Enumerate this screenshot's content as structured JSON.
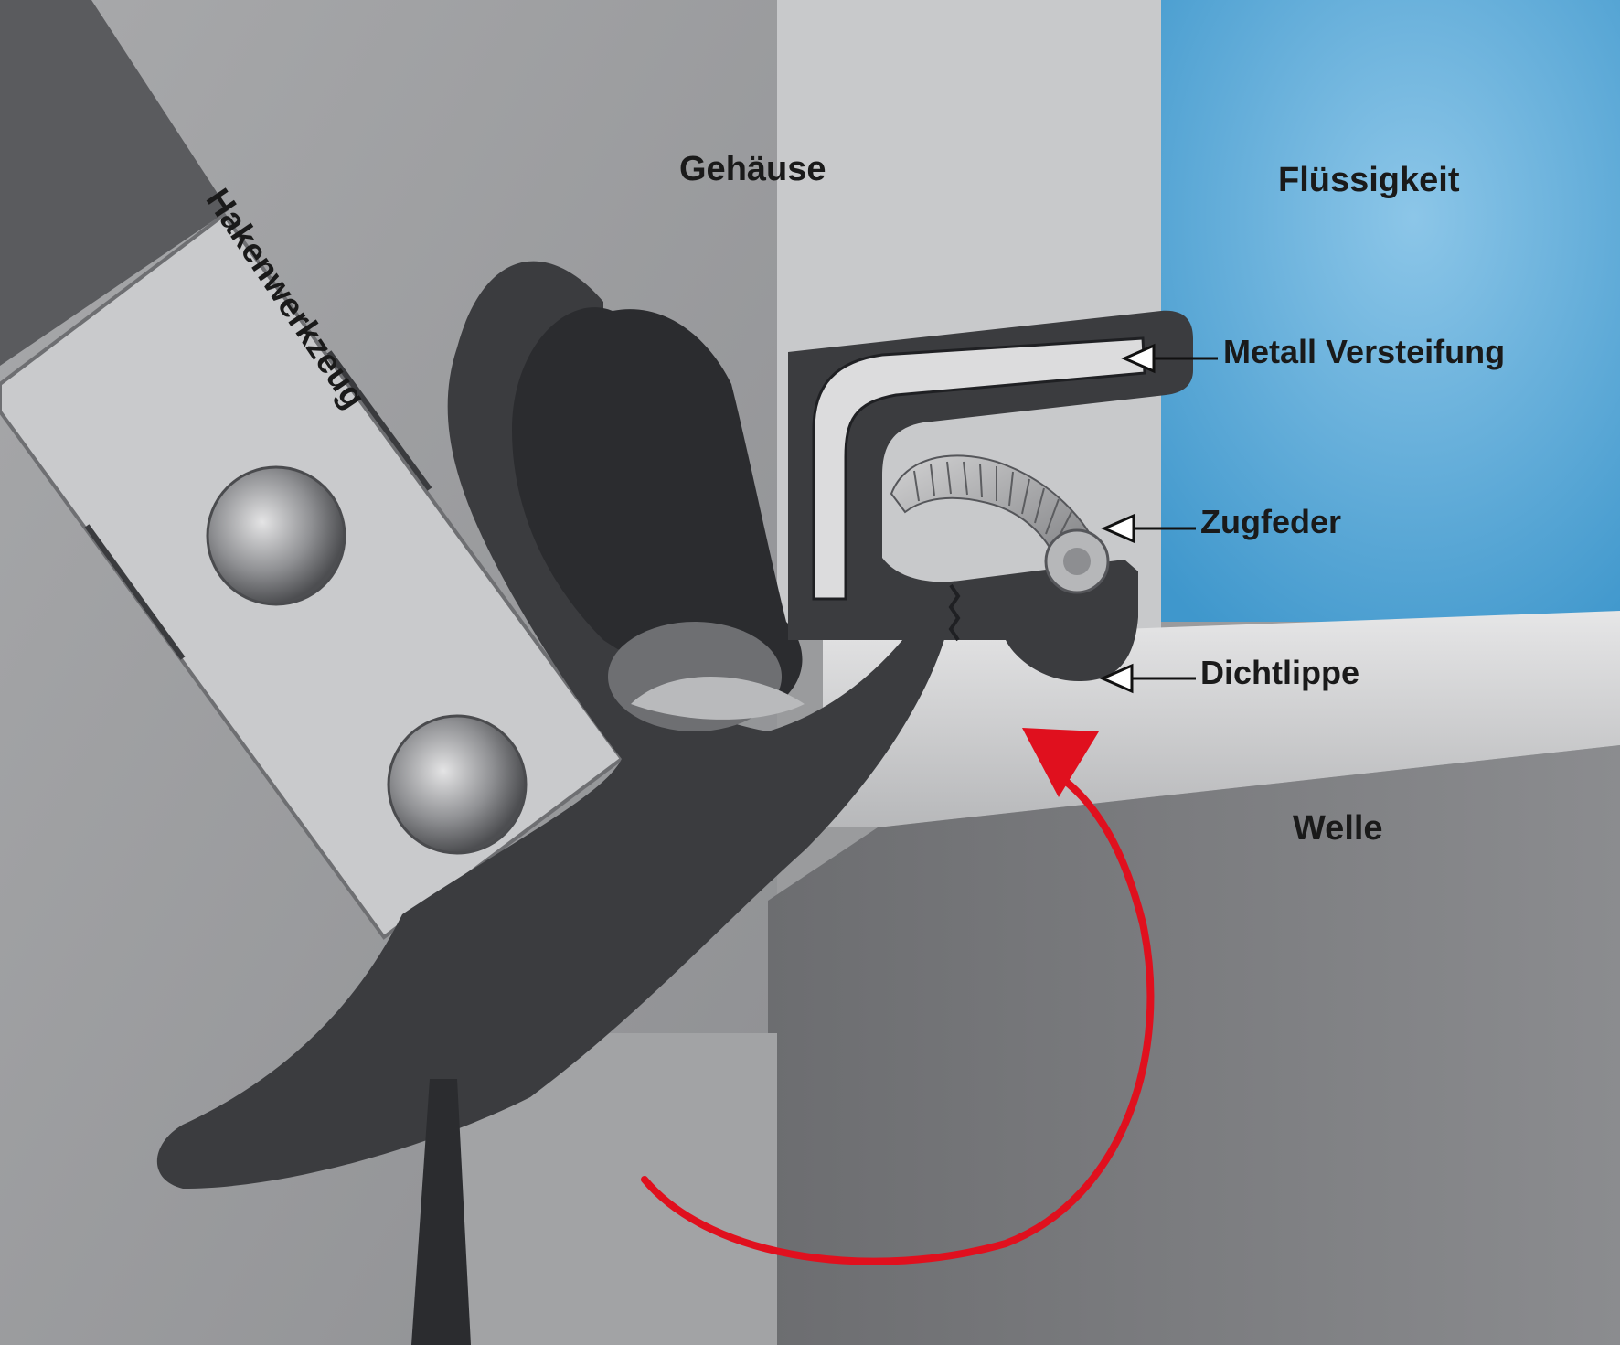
{
  "labels": {
    "housing": "Gehäuse",
    "fluid": "Flüssigkeit",
    "metal_reinforcement": "Metall Versteifung",
    "tension_spring": "Zugfeder",
    "sealing_lip": "Dichtlippe",
    "shaft": "Welle",
    "hook_tool": "Hakenwerkzeug"
  },
  "colors": {
    "fluid": "#5ba6d4",
    "arrow": "#e0101e",
    "seal_body": "#3b3c3f",
    "tool_blade": "#c9cacc"
  }
}
